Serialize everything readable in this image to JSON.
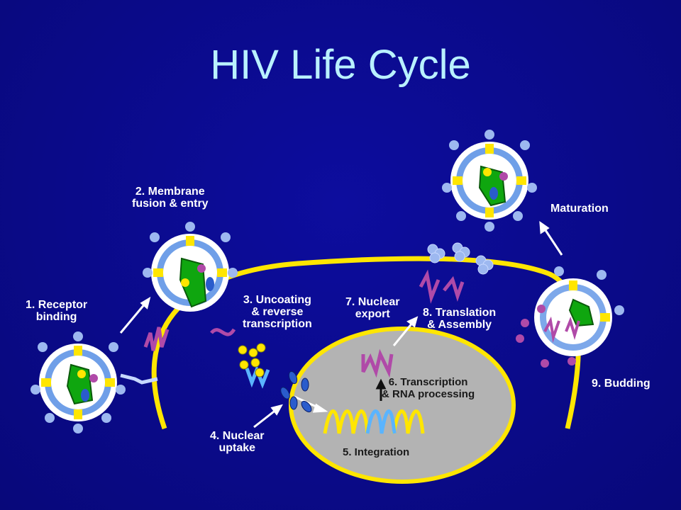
{
  "title": "HIV Life Cycle",
  "steps": {
    "receptor_binding": [
      "1. Receptor",
      "binding"
    ],
    "membrane_fusion": [
      "2. Membrane",
      "fusion & entry"
    ],
    "uncoating": [
      "3. Uncoating",
      "& reverse",
      "transcription"
    ],
    "nuclear_uptake": [
      "4. Nuclear",
      "uptake"
    ],
    "integration": "5. Integration",
    "transcription": [
      "6. Transcription",
      "& RNA processing"
    ],
    "nuclear_export": [
      "7. Nuclear",
      "export"
    ],
    "translation": [
      "8. Translation",
      "& Assembly"
    ],
    "budding": "9. Budding",
    "maturation": "Maturation"
  },
  "colors": {
    "background": "#0a0a8c",
    "title": "#b9f1ff",
    "membrane": "#ffe600",
    "nucleus": "#b3b3b3",
    "capsid": "#0fa60f",
    "rna": "#b04aa8",
    "dna": "#ffe600",
    "viral_dna": "#5ab4ff",
    "envelope": "#6f9fe8",
    "gp120": "#9db8f0"
  }
}
